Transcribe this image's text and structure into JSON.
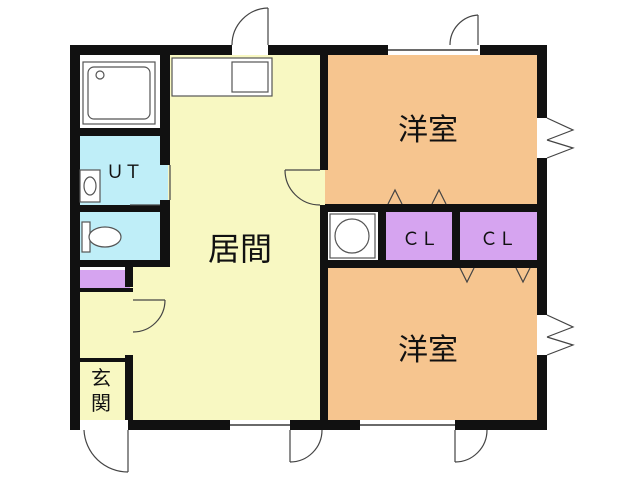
{
  "rooms": {
    "western_room_top": "洋室",
    "western_room_bottom": "洋室",
    "living_room": "居間",
    "utility": "ＵＴ",
    "closet_left": "ＣＬ",
    "closet_right": "ＣＬ",
    "entrance_line1": "玄",
    "entrance_line2": "関"
  },
  "colors": {
    "wall": "#111111",
    "western_room": "#f6c58f",
    "living_room": "#f8f8c2",
    "utility": "#bfeef8",
    "closet": "#d6a4f0",
    "shoe_box": "#d6a4f0",
    "door_line": "#444444"
  }
}
